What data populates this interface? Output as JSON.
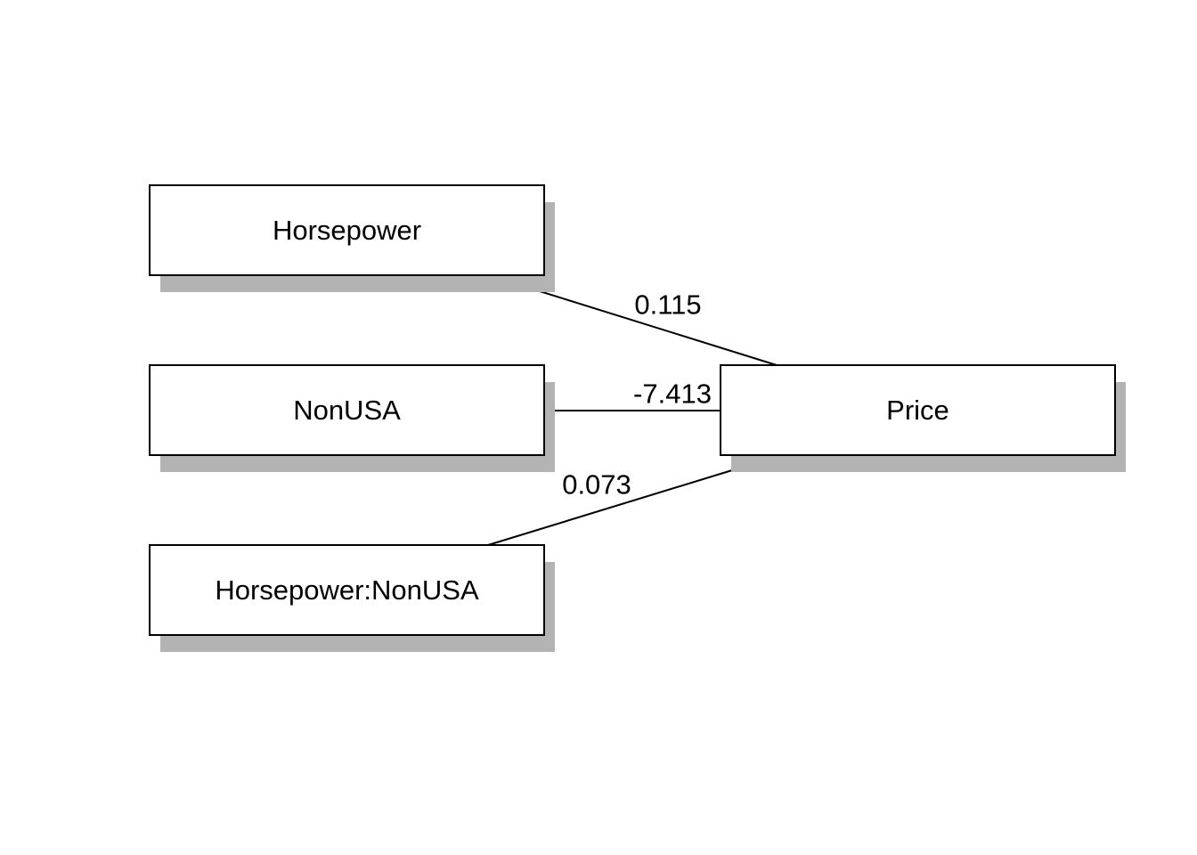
{
  "nodes": {
    "horsepower": {
      "label": "Horsepower"
    },
    "nonusa": {
      "label": "NonUSA"
    },
    "interaction": {
      "label": "Horsepower:NonUSA"
    },
    "price": {
      "label": "Price"
    }
  },
  "edges": {
    "horsepower_price": {
      "from": "Horsepower",
      "to": "Price",
      "coefficient": "0.115"
    },
    "nonusa_price": {
      "from": "NonUSA",
      "to": "Price",
      "coefficient": "-7.413"
    },
    "interaction_price": {
      "from": "Horsepower:NonUSA",
      "to": "Price",
      "coefficient": "0.073"
    }
  },
  "colors": {
    "box_fill": "#ffffff",
    "box_stroke": "#000000",
    "shadow": "#b3b3b3",
    "edge": "#000000"
  }
}
